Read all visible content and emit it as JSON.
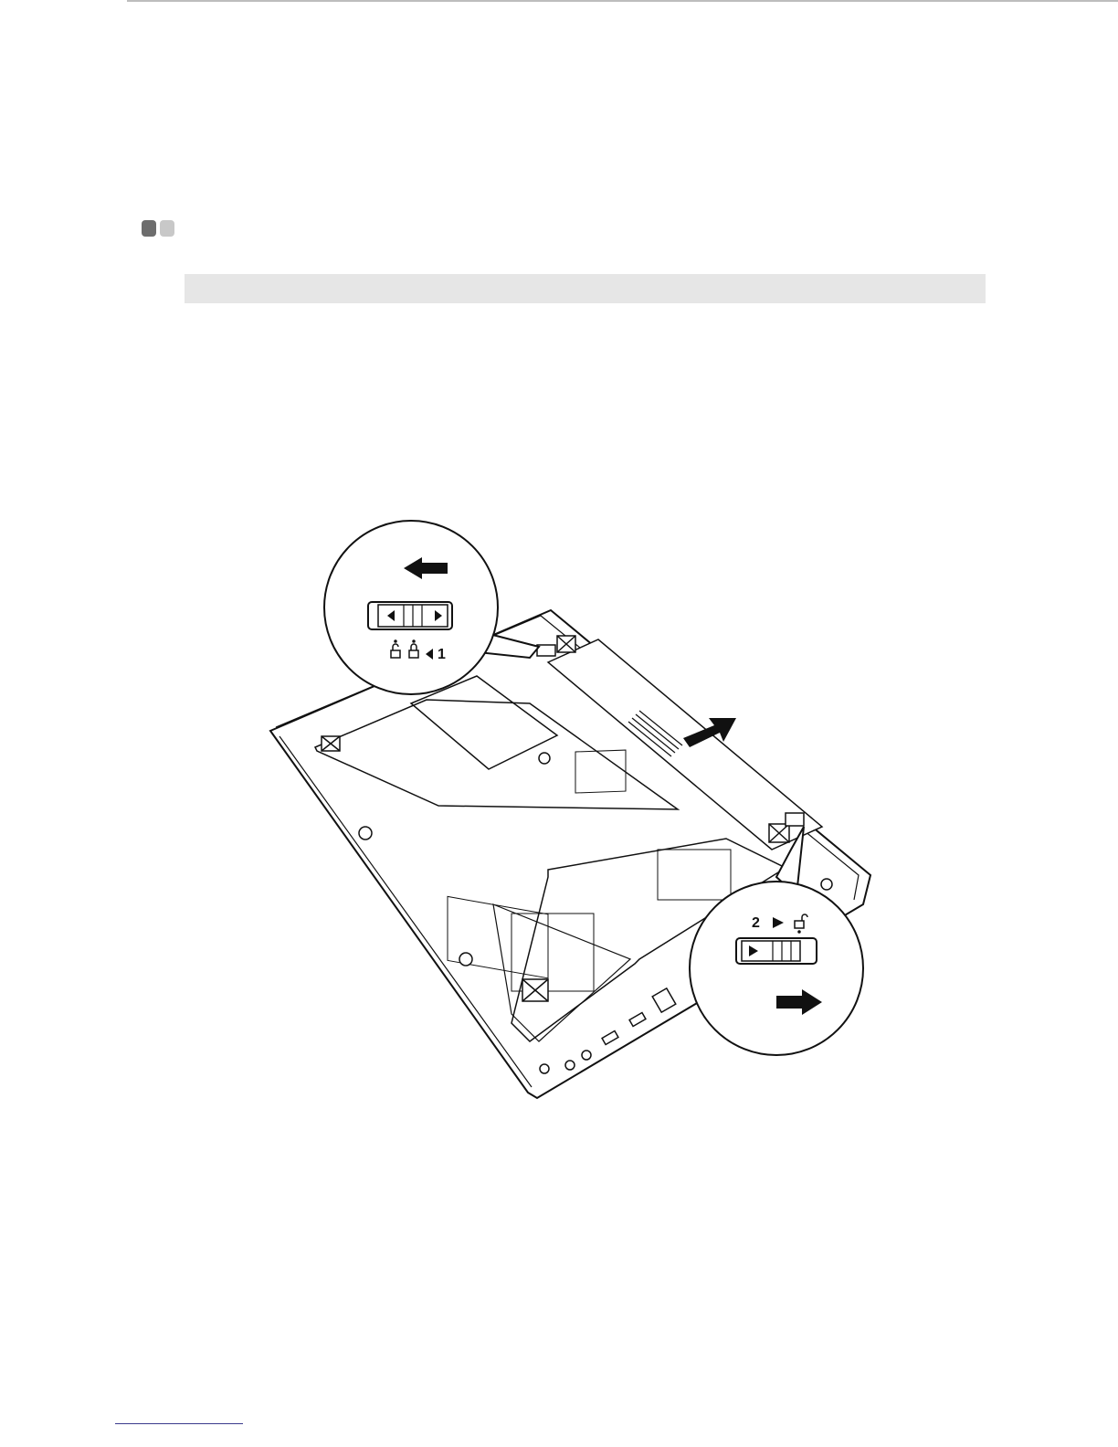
{
  "header": {
    "section_marker": "two-square-section-marker",
    "band": "gray-heading-band"
  },
  "figure": {
    "subject": "laptop-underside-battery-removal",
    "callout_top": {
      "step_label": "1",
      "icons": [
        "unlock-icon",
        "lock-icon",
        "arrow-left-icon"
      ]
    },
    "callout_bottom": {
      "step_label": "2",
      "icons": [
        "arrow-right-icon",
        "unlock-icon"
      ]
    }
  }
}
